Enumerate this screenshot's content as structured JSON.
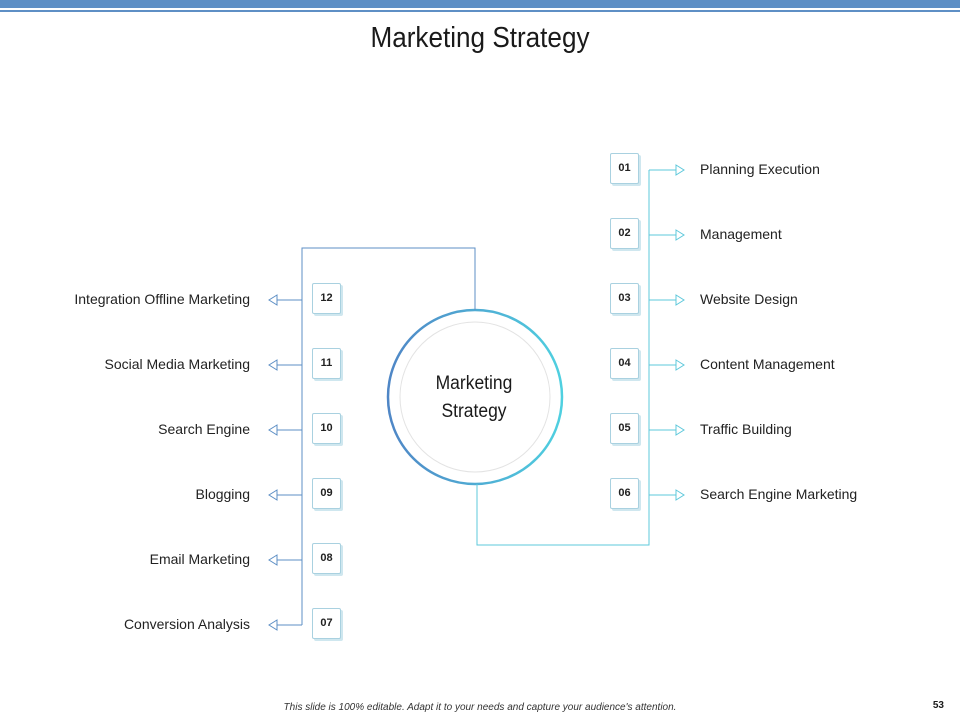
{
  "slide": {
    "title": "Marketing Strategy",
    "footer": "This slide is 100% editable. Adapt it to your needs and capture your audience's attention.",
    "page_number": "53"
  },
  "center": {
    "label": "Marketing\nStrategy"
  },
  "colors": {
    "accent_blue": "#5e8fc5",
    "accent_cyan": "#5ec8db",
    "badge_border": "#a9d1e0"
  },
  "items": [
    {
      "number": "01",
      "label": "Planning Execution"
    },
    {
      "number": "02",
      "label": "Management"
    },
    {
      "number": "03",
      "label": "Website Design"
    },
    {
      "number": "04",
      "label": "Content Management"
    },
    {
      "number": "05",
      "label": "Traffic Building"
    },
    {
      "number": "06",
      "label": "Search Engine Marketing"
    },
    {
      "number": "07",
      "label": "Conversion Analysis"
    },
    {
      "number": "08",
      "label": "Email Marketing"
    },
    {
      "number": "09",
      "label": "Blogging"
    },
    {
      "number": "10",
      "label": "Search Engine"
    },
    {
      "number": "11",
      "label": "Social Media Marketing"
    },
    {
      "number": "12",
      "label": "Integration Offline Marketing"
    }
  ]
}
